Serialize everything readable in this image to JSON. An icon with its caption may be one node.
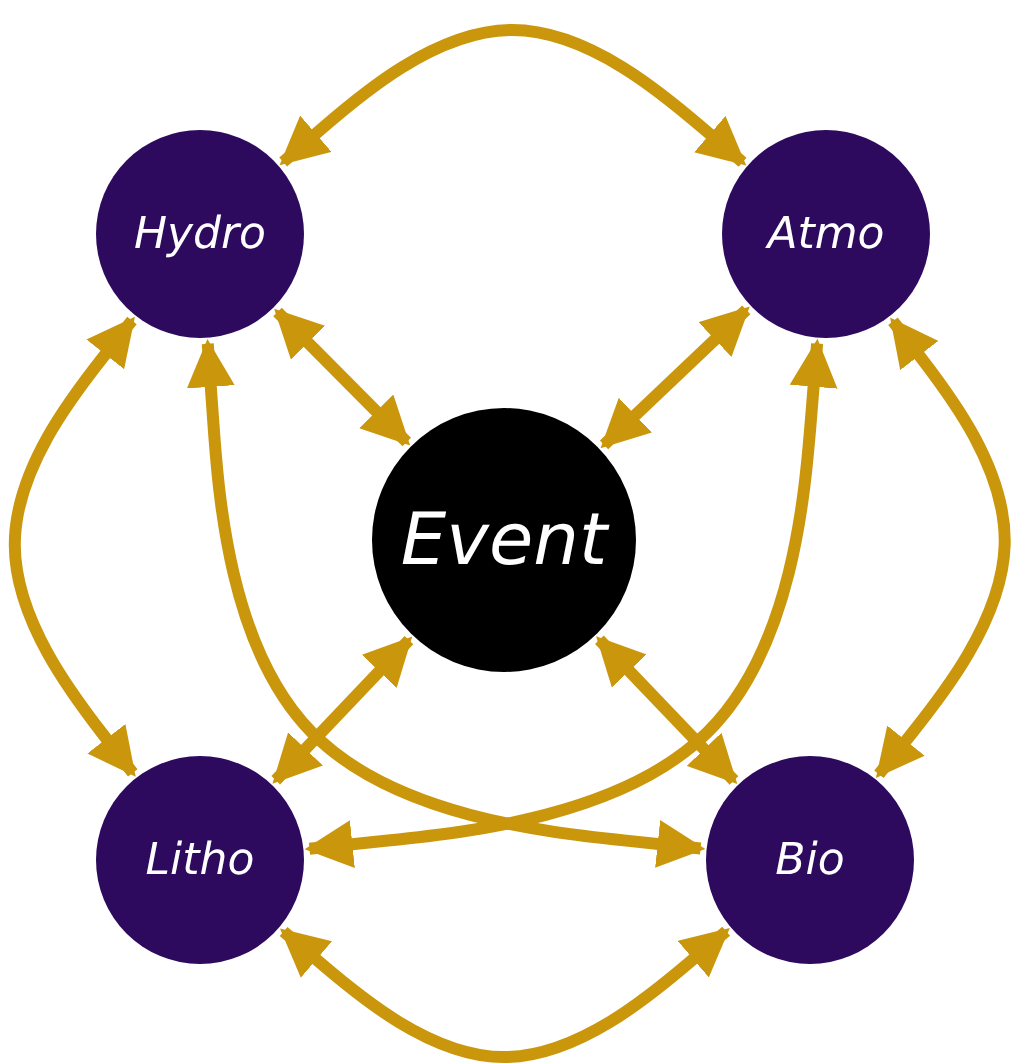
{
  "diagram": {
    "nodes": [
      {
        "text": [
          "Hydro"
        ]
      },
      {
        "text": [
          "Atmo"
        ]
      },
      {
        "text": [
          "Event"
        ]
      },
      {
        "text": [
          "Litho"
        ]
      },
      {
        "text": [
          "Bio"
        ]
      }
    ],
    "edges": [
      {
        "from": 0,
        "to": 1,
        "arrow": "both"
      },
      {
        "from": 0,
        "to": 2,
        "arrow": "both"
      },
      {
        "from": 1,
        "to": 2,
        "arrow": "both"
      },
      {
        "from": 3,
        "to": 2,
        "arrow": "both"
      },
      {
        "from": 4,
        "to": 2,
        "arrow": "both"
      },
      {
        "from": 0,
        "to": 3,
        "arrow": "both"
      },
      {
        "from": 1,
        "to": 4,
        "arrow": "both"
      },
      {
        "from": 3,
        "to": 4,
        "arrow": "both"
      },
      {
        "from": 0,
        "to": 4,
        "arrow": "both"
      },
      {
        "from": 1,
        "to": 3,
        "arrow": "both"
      }
    ]
  }
}
